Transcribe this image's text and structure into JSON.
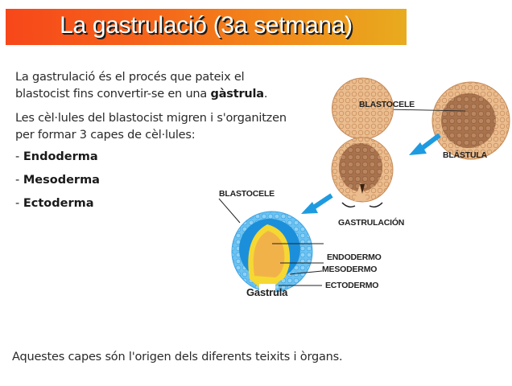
{
  "title": "La gastrulació (3a setmana)",
  "intro": {
    "line1": "La gastrulació és el procés que pateix el",
    "line2_prefix": "blastocist fins convertir-se en una ",
    "line2_bold": "gàstrula",
    "line2_suffix": "."
  },
  "migration": {
    "line1": "Les cèl·lules del blastocist migren i s'organitzen",
    "line2": "per formar 3 capes de cèl·lules:"
  },
  "layers": [
    {
      "dash": "- ",
      "name": "Endoderma"
    },
    {
      "dash": "- ",
      "name": "Mesoderma"
    },
    {
      "dash": "- ",
      "name": "Ectoderma"
    }
  ],
  "footer": "Aquestes capes són l'origen dels diferents teixits i òrgans.",
  "diagram": {
    "labels": {
      "blastocele_top": "BLASTOCELE",
      "blastula": "BLÁSTULA",
      "gastrulacion": "GASTRULACIÓN",
      "blastocele_bottom": "BLASTOCELE",
      "endodermo": "ENDODERMO",
      "mesodermo": "MESODERMO",
      "ectodermo": "ECTODERMO",
      "gastrula": "Gastrula"
    },
    "colors": {
      "arrow": "#1e9be0",
      "cell_outer": "#e9b98a",
      "cell_inner": "#a4704a",
      "ecto_blue": "#5cb8ee",
      "meso_blue": "#1c8fdb",
      "endo_yellow": "#f6d832",
      "blastocele_orange": "#f2b24a"
    }
  }
}
